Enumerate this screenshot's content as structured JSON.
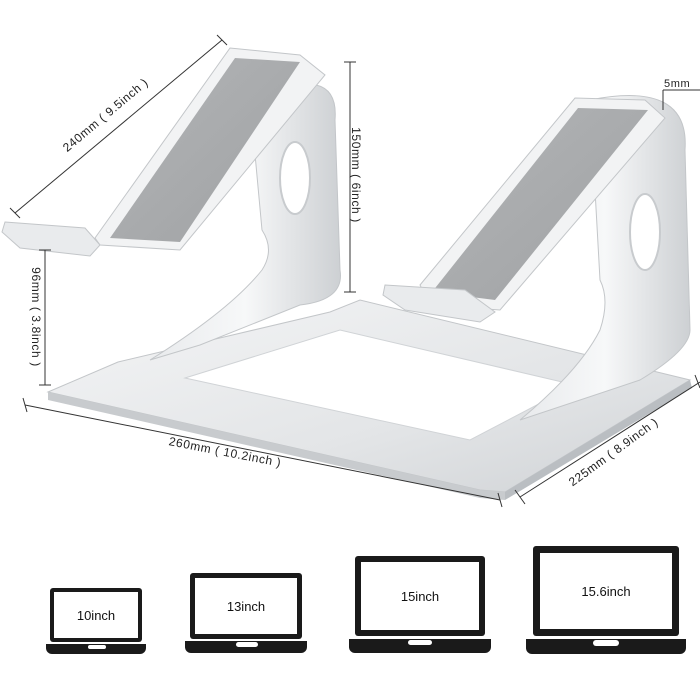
{
  "dimensions": {
    "length_top": "240mm ( 9.5inch )",
    "height_total": "150mm ( 6inch )",
    "height_front": "96mm ( 3.8inch )",
    "thickness": "5mm",
    "width_base": "260mm ( 10.2inch )",
    "depth_base": "225mm ( 8.9inch )"
  },
  "laptops": [
    {
      "label": "10inch"
    },
    {
      "label": "13inch"
    },
    {
      "label": "15inch"
    },
    {
      "label": "15.6inch"
    }
  ],
  "colors": {
    "metal_light": "#eef0f2",
    "metal_mid": "#d9dcdf",
    "metal_dark": "#b9bdc1",
    "pad": "#a9abad",
    "dim_line": "#333333",
    "laptop": "#1a1a1a"
  }
}
